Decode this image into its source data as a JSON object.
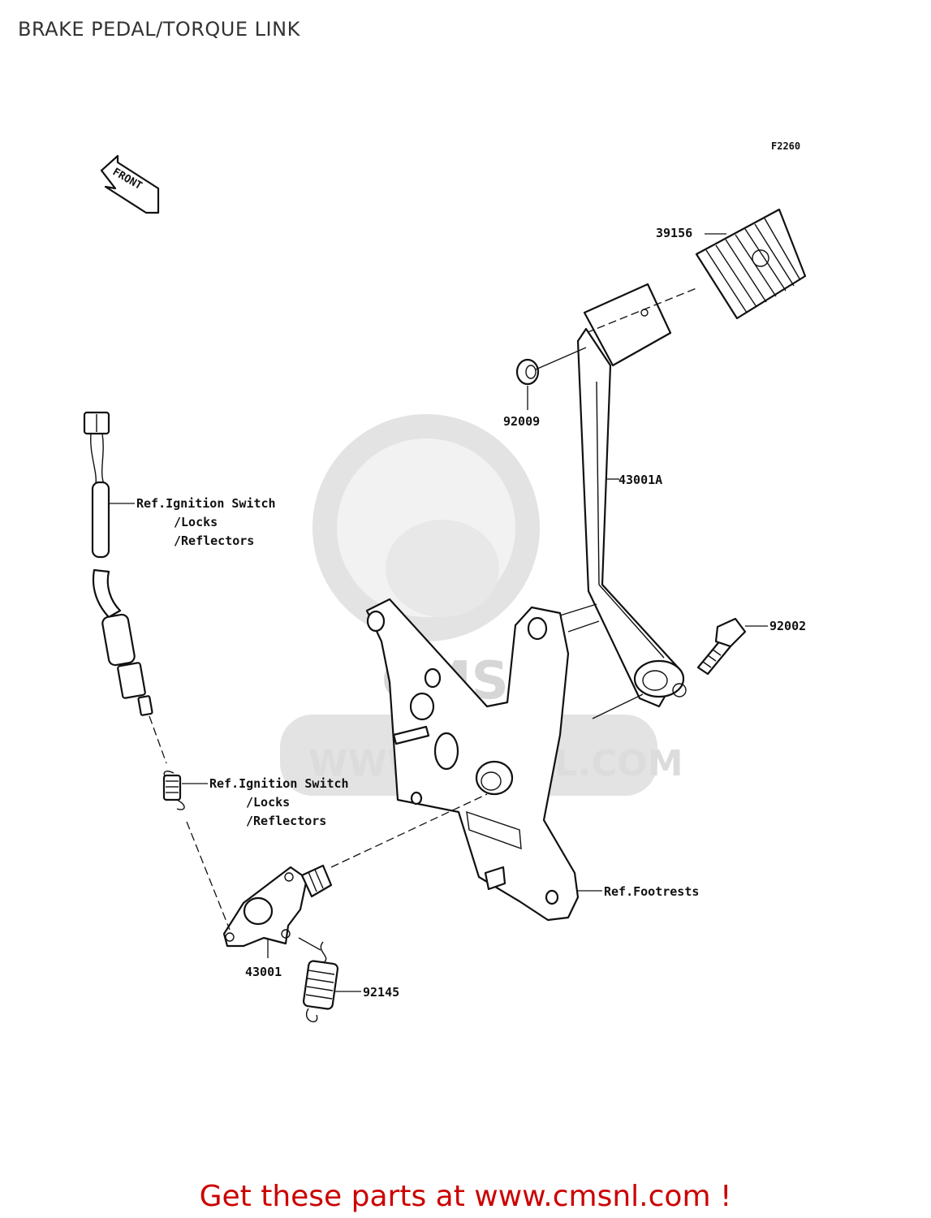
{
  "title": "BRAKE PEDAL/TORQUE LINK",
  "figure_code": "F2260",
  "front_label": "FRONT",
  "watermark": {
    "logo_text": "CMS",
    "url_text": "WWW.CMSNL.COM"
  },
  "parts": {
    "brake_pedal_rubber": "39156",
    "washer": "92009",
    "brake_pedal": "43001A",
    "bolt": "92002",
    "torque_link": "43001",
    "spring": "92145"
  },
  "refs": {
    "ignition_switch_1": [
      "Ref.Ignition Switch",
      "/Locks",
      "/Reflectors"
    ],
    "ignition_switch_2": [
      "Ref.Ignition Switch",
      "/Locks",
      "/Reflectors"
    ],
    "footrests": "Ref.Footrests"
  },
  "footer": "Get these parts at www.cmsnl.com !",
  "colors": {
    "footer": "#cc0000",
    "line": "#111111",
    "watermark": "#e3e3e3"
  }
}
